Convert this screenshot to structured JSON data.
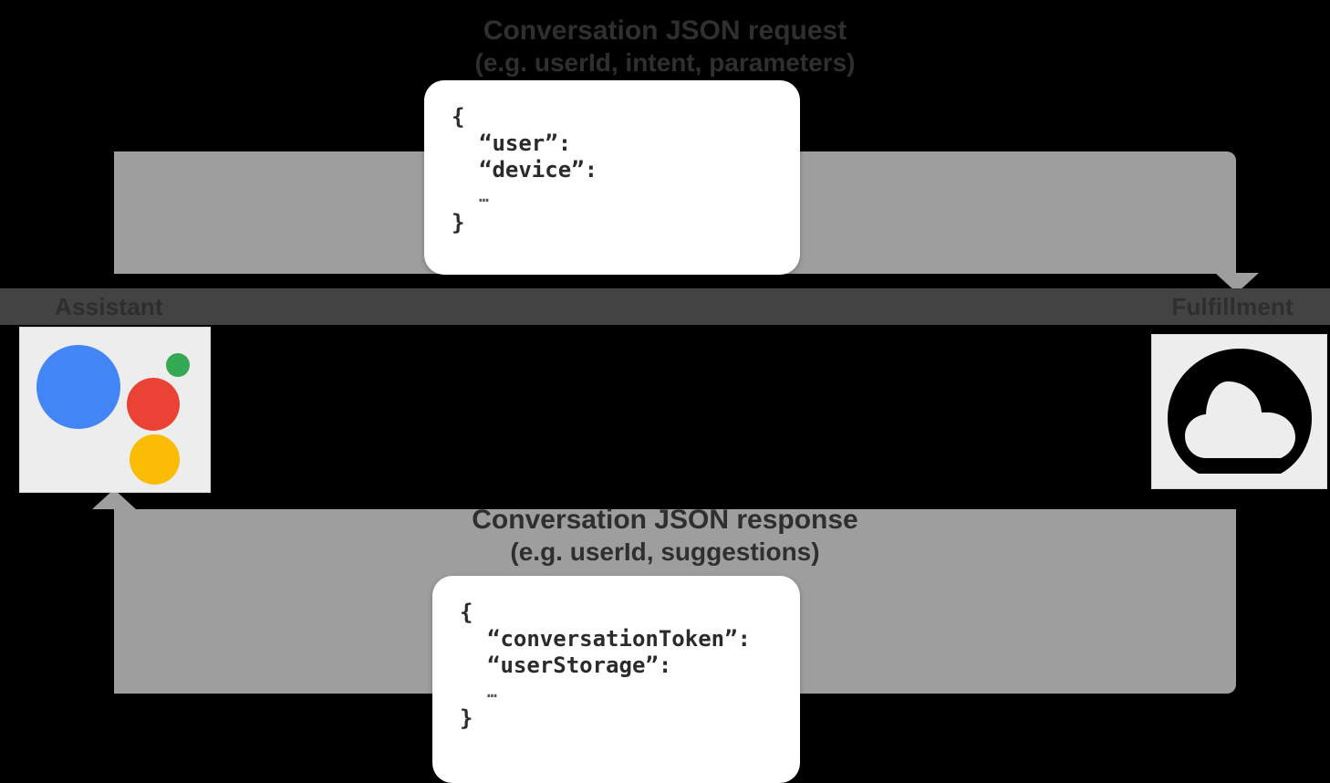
{
  "diagram": {
    "type": "sequence-flow",
    "title": "Google Assistant conversation request / response flow",
    "background_color": "#000000",
    "band_color": "#9e9e9e",
    "mid_band_color": "#434343"
  },
  "mid_band": {
    "left_label": "Assistant",
    "right_label": "Fulfillment"
  },
  "top_flow": {
    "caption_line1": "Conversation JSON request",
    "caption_line2": "(e.g. userId, intent, parameters)",
    "direction": "left-to-right",
    "arrowhead": "right"
  },
  "bottom_flow": {
    "caption_line1": "Conversation JSON response",
    "caption_line2": "(e.g. userId, suggestions)",
    "direction": "right-to-left",
    "arrowhead": "left"
  },
  "request_card": {
    "line_open": "{",
    "line_user": "“user”:",
    "line_device": "“device”:",
    "line_ellipsis": "…",
    "line_close": "}"
  },
  "response_card": {
    "line_open": "{",
    "line_token": "“conversationToken”:",
    "line_storage": "“userStorage”:",
    "line_ellipsis": "…",
    "line_close": "}"
  },
  "icons": {
    "assistant": {
      "name": "google-assistant-icon",
      "tile_color": "#ededed",
      "dot_blue": "#4285F4",
      "dot_red": "#EA4335",
      "dot_yellow": "#FBBC05",
      "dot_green": "#34A853"
    },
    "cloud": {
      "name": "cloud-fulfillment-icon",
      "tile_color": "#ededed",
      "shape_color": "#000000"
    }
  }
}
